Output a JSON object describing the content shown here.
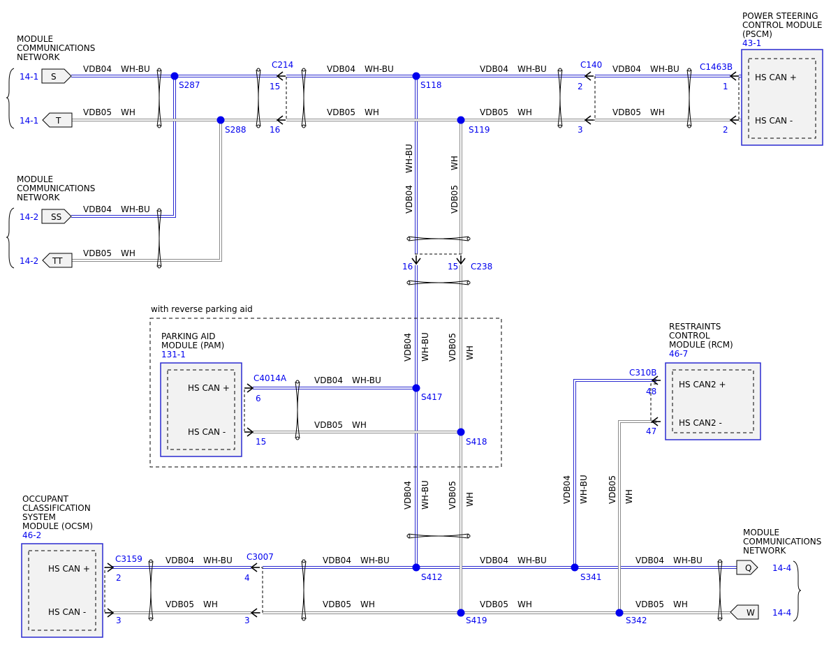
{
  "colors": {
    "wire_blue": "#2a2ad0",
    "splice": "#0000ee",
    "ref_text": "#0000ee",
    "module_fill": "#f2f2f2",
    "module_border": "#2a2ad0"
  },
  "headings": {
    "mcn_top": [
      "MODULE",
      "COMMUNICATIONS",
      "NETWORK"
    ],
    "mcn_mid": [
      "MODULE",
      "COMMUNICATIONS",
      "NETWORK"
    ],
    "mcn_right": [
      "MODULE",
      "COMMUNICATIONS",
      "NETWORK"
    ],
    "reverse_parking_aid": "with reverse parking aid"
  },
  "modules": {
    "pscm": {
      "title": [
        "POWER STEERING",
        "CONTROL MODULE",
        "(PSCM)"
      ],
      "ref": "43-1",
      "pin_plus": "HS CAN +",
      "pin_minus": "HS CAN -"
    },
    "pam": {
      "title": [
        "PARKING AID",
        "MODULE (PAM)"
      ],
      "ref": "131-1",
      "pin_plus": "HS CAN +",
      "pin_minus": "HS CAN -"
    },
    "rcm": {
      "title": [
        "RESTRAINTS",
        "CONTROL",
        "MODULE (RCM)"
      ],
      "ref": "46-7",
      "pin_plus": "HS CAN2 +",
      "pin_minus": "HS CAN2 -"
    },
    "ocsm": {
      "title": [
        "OCCUPANT",
        "CLASSIFICATION",
        "SYSTEM",
        "MODULE (OCSM)"
      ],
      "ref": "46-2",
      "pin_plus": "HS CAN +",
      "pin_minus": "HS CAN -"
    }
  },
  "offpage": {
    "S": {
      "label": "S",
      "ref": "14-1"
    },
    "T": {
      "label": "T",
      "ref": "14-1"
    },
    "SS": {
      "label": "SS",
      "ref": "14-2"
    },
    "TT": {
      "label": "TT",
      "ref": "14-2"
    },
    "Q": {
      "label": "Q",
      "ref": "14-4"
    },
    "W": {
      "label": "W",
      "ref": "14-4"
    }
  },
  "connectors": {
    "C214": "C214",
    "C140": "C140",
    "C1463B": "C1463B",
    "C238": "C238",
    "C4014A": "C4014A",
    "C310B": "C310B",
    "C3159": "C3159",
    "C3007": "C3007"
  },
  "pins": {
    "c214_15": "15",
    "c214_16": "16",
    "c140_2": "2",
    "c140_3": "3",
    "c1463b_1": "1",
    "c1463b_2": "2",
    "c238_16": "16",
    "c238_15": "15",
    "c4014a_6": "6",
    "c4014a_15": "15",
    "c310b_48": "48",
    "c310b_47": "47",
    "c3159_2": "2",
    "c3159_3": "3",
    "c3007_4": "4",
    "c3007_3": "3"
  },
  "splices": {
    "S287": "S287",
    "S288": "S288",
    "S118": "S118",
    "S119": "S119",
    "S417": "S417",
    "S418": "S418",
    "S412": "S412",
    "S419": "S419",
    "S341": "S341",
    "S342": "S342"
  },
  "wires": {
    "vdb04": "VDB04",
    "vdb05": "VDB05",
    "whbu": "WH-BU",
    "wh": "WH"
  }
}
